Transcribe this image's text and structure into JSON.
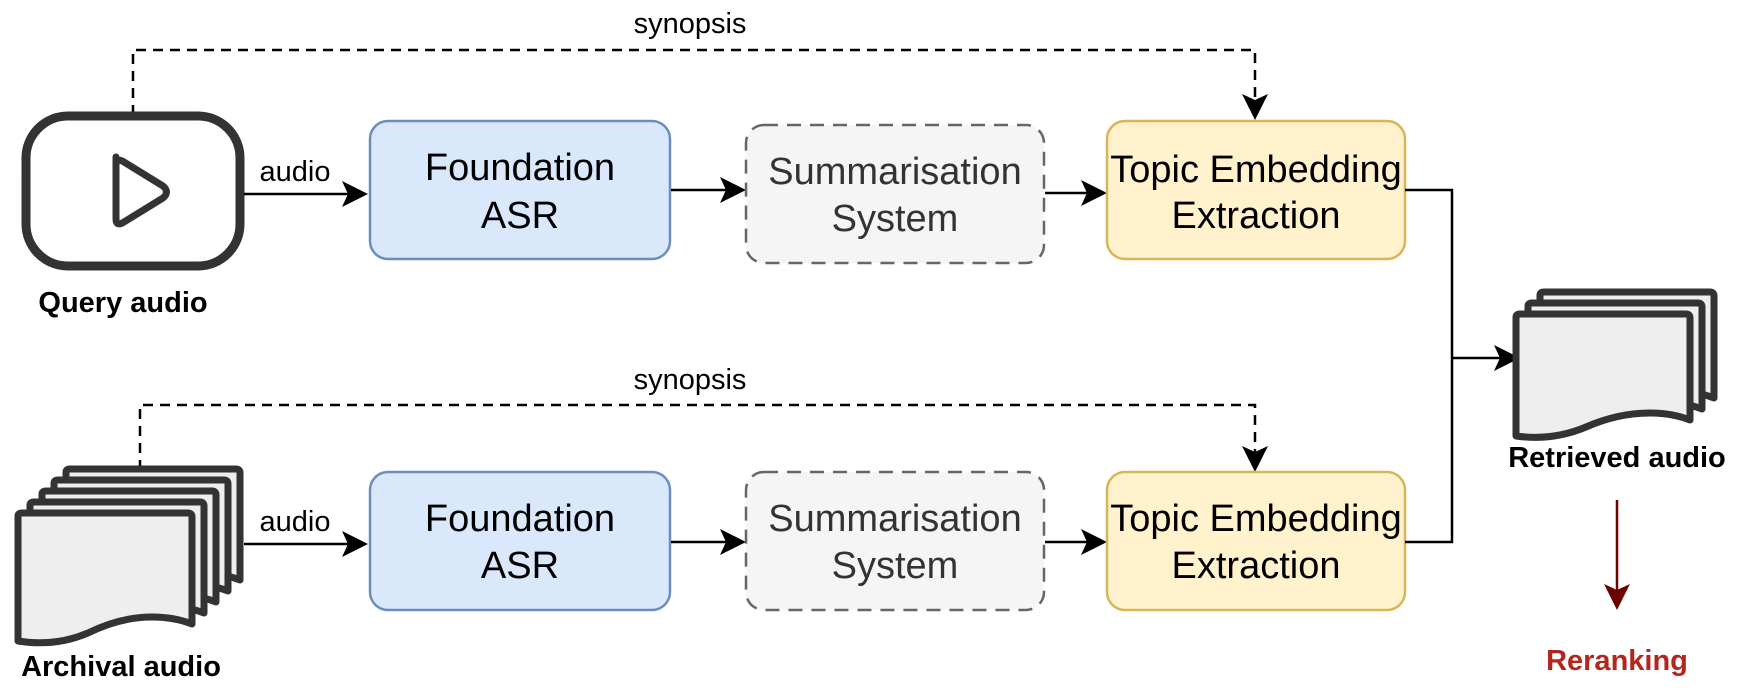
{
  "rows": [
    {
      "source_caption": "Query audio",
      "source_icon": "video-play-icon",
      "edge_label": "audio",
      "synopsis_label": "synopsis",
      "asr": {
        "line1": "Foundation",
        "line2": "ASR"
      },
      "summariser": {
        "line1": "Summarisation",
        "line2": "System"
      },
      "embedder": {
        "line1": "Topic Embedding",
        "line2": "Extraction"
      }
    },
    {
      "source_caption": "Archival audio",
      "source_icon": "document-stack-icon",
      "edge_label": "audio",
      "synopsis_label": "synopsis",
      "asr": {
        "line1": "Foundation",
        "line2": "ASR"
      },
      "summariser": {
        "line1": "Summarisation",
        "line2": "System"
      },
      "embedder": {
        "line1": "Topic Embedding",
        "line2": "Extraction"
      }
    }
  ],
  "output": {
    "caption": "Retrieved audio",
    "icon": "document-stack-icon"
  },
  "next_step": {
    "label": "Reranking"
  },
  "colors": {
    "asr_fill": "#dae8fc",
    "asr_stroke": "#6c8ebf",
    "summ_fill": "#f5f5f5",
    "summ_stroke": "#666666",
    "summ_text": "#333333",
    "embed_fill": "#fff2cc",
    "embed_stroke": "#d6b656",
    "icon_fill": "#eeeeee",
    "icon_stroke": "#333333",
    "rerank": "#b3261e",
    "rerank_arrow": "#6f0000"
  }
}
